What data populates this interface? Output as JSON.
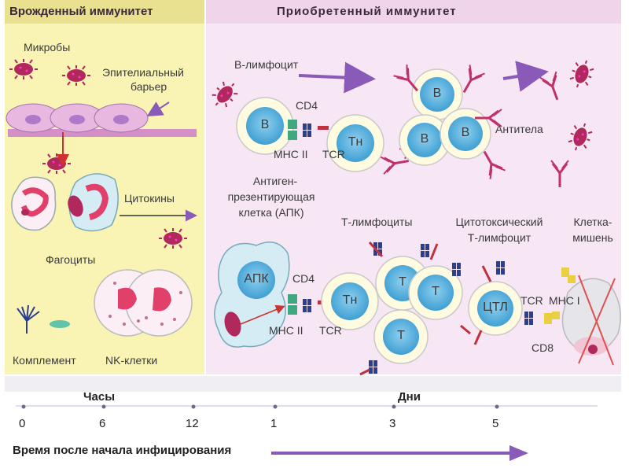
{
  "headers": {
    "innate": "Врожденный иммунитет",
    "adaptive": "Приобретенный иммунитет"
  },
  "innate_labels": {
    "microbes": "Микробы",
    "epithelial_barrier_l1": "Эпителиальный",
    "epithelial_barrier_l2": "барьер",
    "cytokines": "Цитокины",
    "phagocytes": "Фагоциты",
    "complement": "Комплемент",
    "nk_cells": "NK-клетки"
  },
  "adaptive_labels": {
    "b_lymphocyte": "В-лимфоцит",
    "cd4_top": "CD4",
    "mhc2_top": "МНС II",
    "tcr_top": "TCR",
    "antibodies": "Антитела",
    "apc_l1": "Антиген-",
    "apc_l2": "презентирующая",
    "apc_l3": "клетка (АПК)",
    "t_lymphocytes": "Т-лимфоциты",
    "ctl_l1": "Цитотоксический",
    "ctl_l2": "Т-лимфоцит",
    "target_l1": "Клетка-",
    "target_l2": "мишень",
    "cd4_bottom": "CD4",
    "mhc2_bottom": "МНС II",
    "tcr_bottom": "TCR",
    "tcr_ctl": "TCR",
    "mhc1": "МНС I",
    "cd8": "CD8"
  },
  "cell_letters": {
    "b": "В",
    "th": "Тн",
    "t": "Т",
    "apc": "АПК",
    "ctl": "ЦТЛ"
  },
  "timeline": {
    "hours_label": "Часы",
    "days_label": "Дни",
    "ticks": [
      "0",
      "6",
      "12",
      "1",
      "3",
      "5"
    ],
    "caption": "Время после начала инфицирования"
  },
  "colors": {
    "innate_bg": "#faf4b4",
    "adaptive_bg": "#f7e6f3",
    "cell_blue": "#5ab4e0",
    "microbe": "#b0285c",
    "arrow": "#8a5ab8"
  }
}
